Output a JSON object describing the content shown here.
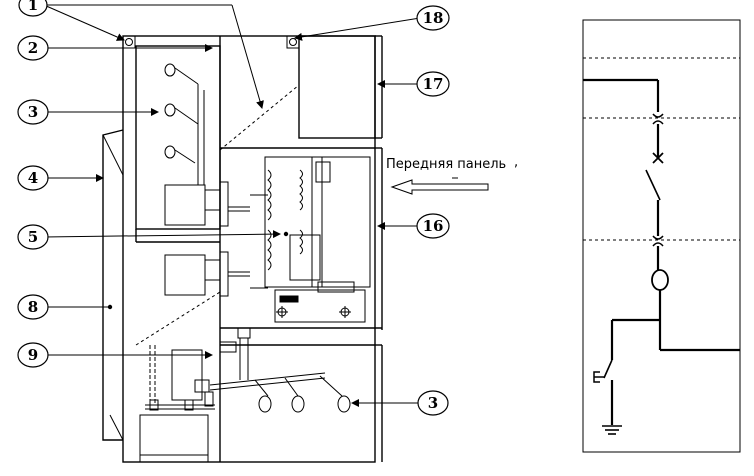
{
  "callouts": {
    "c1": "1",
    "c2": "2",
    "c3a": "3",
    "c3b": "3",
    "c4": "4",
    "c5": "5",
    "c8": "8",
    "c9": "9",
    "c16": "16",
    "c17": "17",
    "c18": "18"
  },
  "front_panel_label": "Передняя панель",
  "front_panel_mark": ","
}
